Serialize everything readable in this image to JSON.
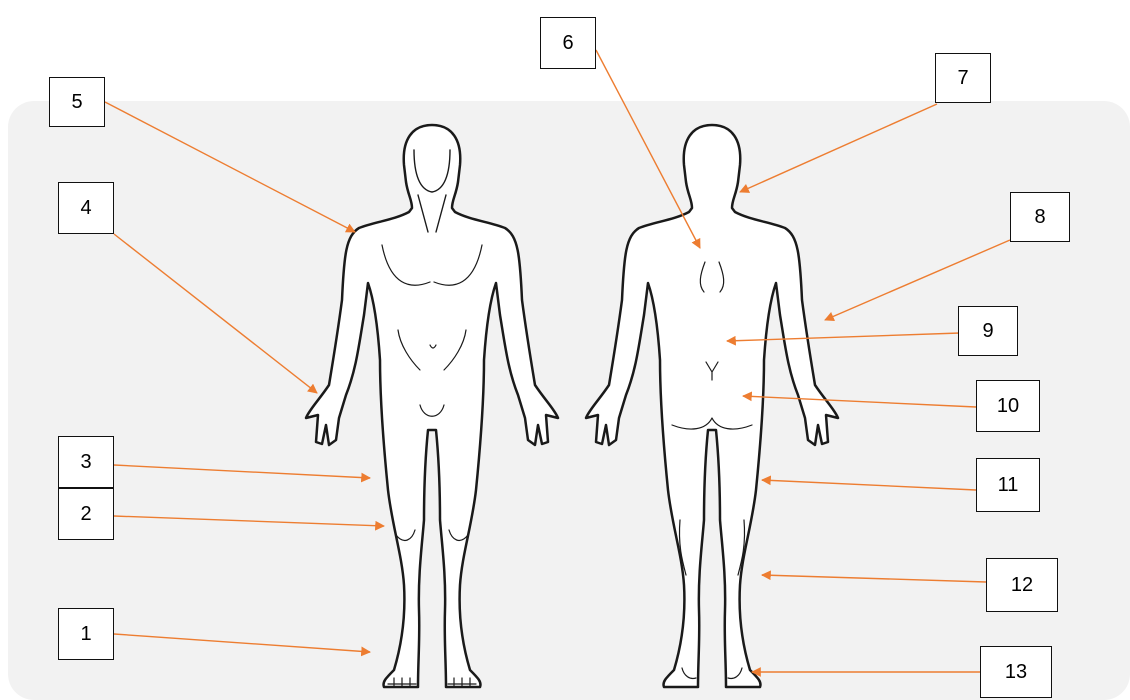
{
  "figures": {
    "front": {
      "view": "front"
    },
    "back": {
      "view": "back"
    }
  },
  "labels": [
    {
      "id": "1",
      "text": "1"
    },
    {
      "id": "2",
      "text": "2"
    },
    {
      "id": "3",
      "text": "3"
    },
    {
      "id": "4",
      "text": "4"
    },
    {
      "id": "5",
      "text": "5"
    },
    {
      "id": "6",
      "text": "6"
    },
    {
      "id": "7",
      "text": "7"
    },
    {
      "id": "8",
      "text": "8"
    },
    {
      "id": "9",
      "text": "9"
    },
    {
      "id": "10",
      "text": "10"
    },
    {
      "id": "11",
      "text": "11"
    },
    {
      "id": "12",
      "text": "12"
    },
    {
      "id": "13",
      "text": "13"
    }
  ],
  "colors": {
    "arrow": "#ed7d31",
    "outline": "#1a1a1a",
    "panel": "#f2f2f2"
  }
}
